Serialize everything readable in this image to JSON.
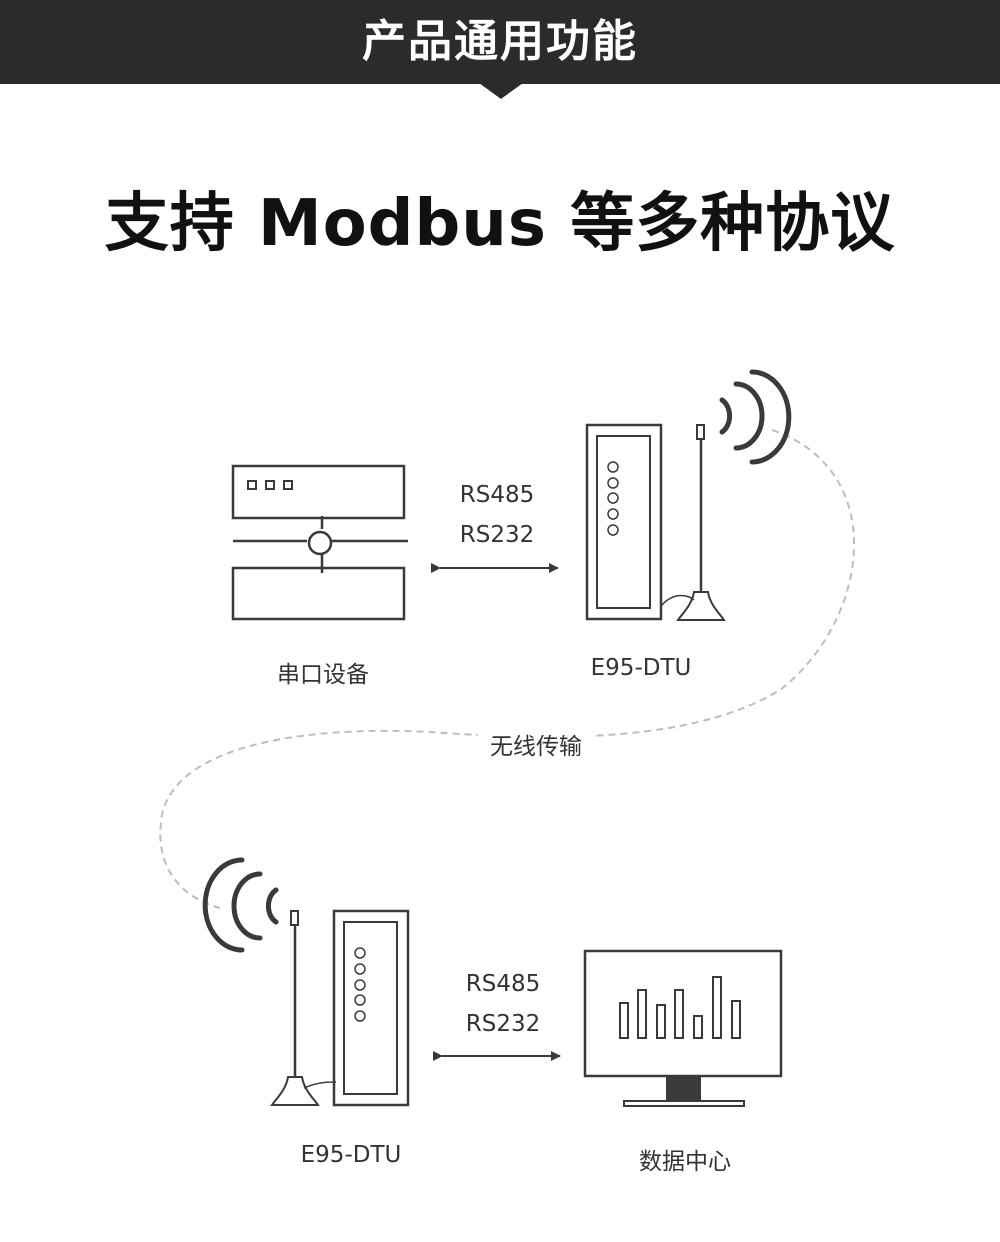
{
  "banner": {
    "title": "产品通用功能"
  },
  "headline": "支持 Modbus 等多种协议",
  "diagram": {
    "serial_device": {
      "label": "串口设备"
    },
    "dtu_top": {
      "label": "E95-DTU"
    },
    "dtu_bottom": {
      "label": "E95-DTU"
    },
    "data_center": {
      "label": "数据中心"
    },
    "link_top": {
      "protocol_1": "RS485",
      "protocol_2": "RS232"
    },
    "link_bottom": {
      "protocol_1": "RS485",
      "protocol_2": "RS232"
    },
    "wireless": {
      "label": "无线传输"
    }
  },
  "colors": {
    "banner": "#2b2b2b",
    "stroke": "#3a3a3a",
    "dashed": "#bdbdbd"
  }
}
